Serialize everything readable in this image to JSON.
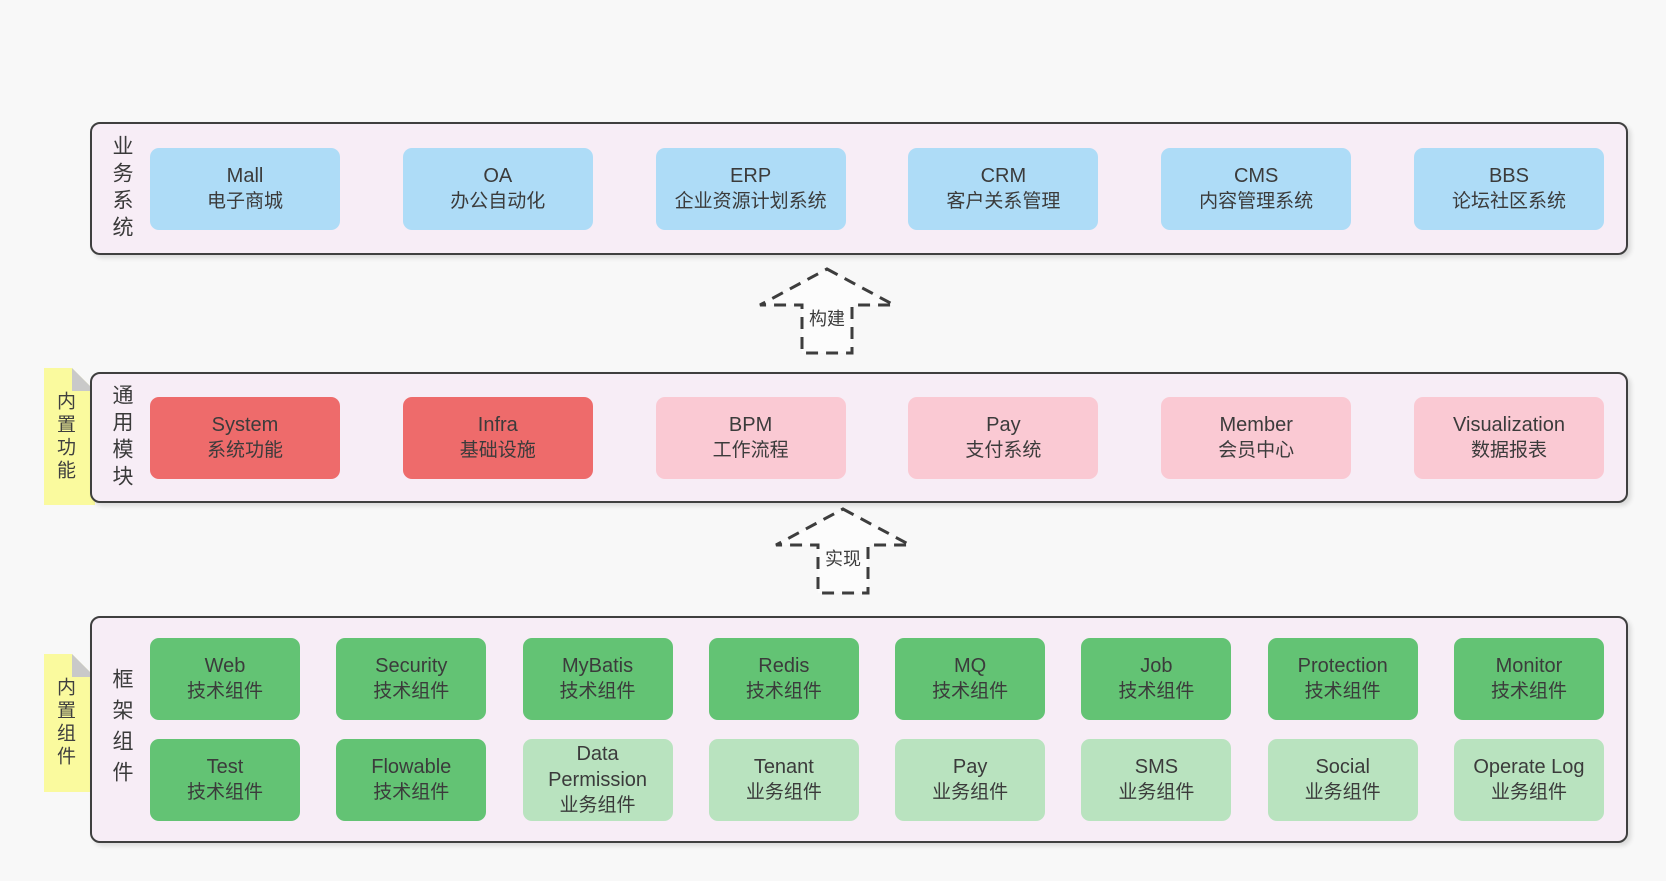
{
  "colors": {
    "page_bg": "#f8f8f8",
    "panel_bg": "#f7edf6",
    "panel_border": "#3f3f3f",
    "text": "#3b3b3b",
    "blue": "#aedcf7",
    "red": "#ee6b6b",
    "pink": "#fac9d3",
    "green": "#63c374",
    "green_light": "#b9e3bf",
    "note_yellow": "#fafa9e",
    "note_fold_gray": "#c9c9c9"
  },
  "business": {
    "label": "业务系统",
    "items": [
      {
        "en": "Mall",
        "zh": "电子商城",
        "variant": "blue"
      },
      {
        "en": "OA",
        "zh": "办公自动化",
        "variant": "blue"
      },
      {
        "en": "ERP",
        "zh": "企业资源计划系统",
        "variant": "blue"
      },
      {
        "en": "CRM",
        "zh": "客户关系管理",
        "variant": "blue"
      },
      {
        "en": "CMS",
        "zh": "内容管理系统",
        "variant": "blue"
      },
      {
        "en": "BBS",
        "zh": "论坛社区系统",
        "variant": "blue"
      }
    ]
  },
  "arrow_build": {
    "label": "构建"
  },
  "modules": {
    "note": "内置功能",
    "label": "通用模块",
    "items": [
      {
        "en": "System",
        "zh": "系统功能",
        "variant": "red"
      },
      {
        "en": "Infra",
        "zh": "基础设施",
        "variant": "red"
      },
      {
        "en": "BPM",
        "zh": "工作流程",
        "variant": "pink"
      },
      {
        "en": "Pay",
        "zh": "支付系统",
        "variant": "pink"
      },
      {
        "en": "Member",
        "zh": "会员中心",
        "variant": "pink"
      },
      {
        "en": "Visualization",
        "zh": "数据报表",
        "variant": "pink"
      }
    ]
  },
  "arrow_implement": {
    "label": "实现"
  },
  "components": {
    "note": "内置组件",
    "label": "框架组件",
    "rows": [
      [
        {
          "en": "Web",
          "zh": "技术组件",
          "variant": "green"
        },
        {
          "en": "Security",
          "zh": "技术组件",
          "variant": "green"
        },
        {
          "en": "MyBatis",
          "zh": "技术组件",
          "variant": "green"
        },
        {
          "en": "Redis",
          "zh": "技术组件",
          "variant": "green"
        },
        {
          "en": "MQ",
          "zh": "技术组件",
          "variant": "green"
        },
        {
          "en": "Job",
          "zh": "技术组件",
          "variant": "green"
        },
        {
          "en": "Protection",
          "zh": "技术组件",
          "variant": "green"
        },
        {
          "en": "Monitor",
          "zh": "技术组件",
          "variant": "green"
        }
      ],
      [
        {
          "en": "Test",
          "zh": "技术组件",
          "variant": "green"
        },
        {
          "en": "Flowable",
          "zh": "技术组件",
          "variant": "green"
        },
        {
          "en": "Data Permission",
          "zh": "业务组件",
          "variant": "green-light"
        },
        {
          "en": "Tenant",
          "zh": "业务组件",
          "variant": "green-light"
        },
        {
          "en": "Pay",
          "zh": "业务组件",
          "variant": "green-light"
        },
        {
          "en": "SMS",
          "zh": "业务组件",
          "variant": "green-light"
        },
        {
          "en": "Social",
          "zh": "业务组件",
          "variant": "green-light"
        },
        {
          "en": "Operate Log",
          "zh": "业务组件",
          "variant": "green-light"
        }
      ]
    ]
  }
}
